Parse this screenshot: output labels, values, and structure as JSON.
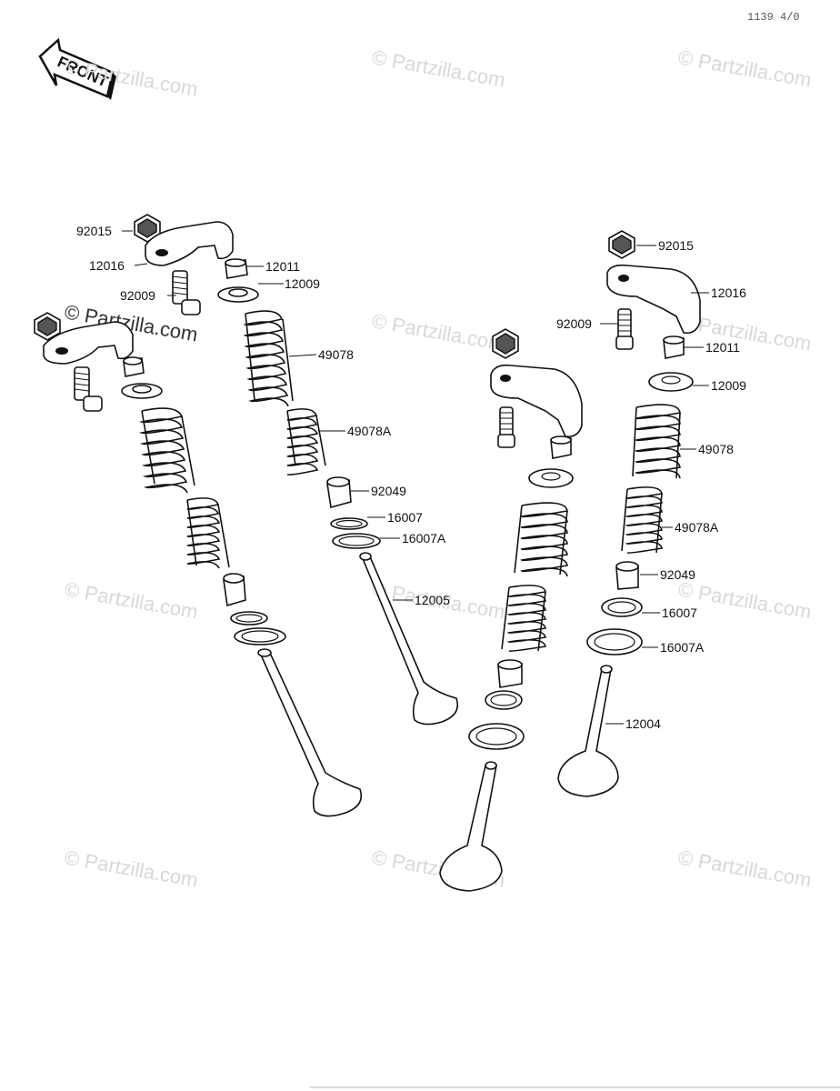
{
  "corner_code": "1139  4/0",
  "front_label": "FRONT",
  "watermark_text": "© Partzilla.com",
  "callouts": {
    "nut_left": "92015",
    "rocker_left": "12016",
    "bolt_left": "92009",
    "cotter_left": "12011",
    "retainer_left": "12009",
    "spring_outer_left": "49078",
    "spring_inner_left": "49078A",
    "seal_left": "92049",
    "seat_left": "16007",
    "seat_outer_left": "16007A",
    "valve_left": "12005",
    "nut_right": "92015",
    "rocker_right": "12016",
    "bolt_right": "92009",
    "cotter_right": "12011",
    "retainer_right": "12009",
    "spring_outer_right": "49078",
    "spring_inner_right": "49078A",
    "seal_right": "92049",
    "seat_right": "16007",
    "seat_outer_right": "16007A",
    "valve_right": "12004"
  }
}
